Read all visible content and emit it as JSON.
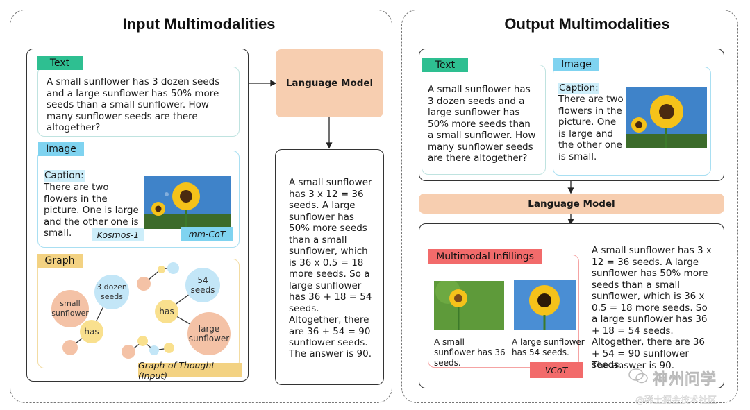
{
  "input_panel": {
    "title": "Input Multimodalities",
    "text_tag": "Text",
    "question": "A small sunflower has 3 dozen seeds and a large sunflower has 50% more seeds than a small sunflower.  How many sunflower seeds are there altogether?",
    "image_tag": "Image",
    "caption_label": "Caption:",
    "caption_text": "There are two flowers in the picture. One is large and the other one is small.",
    "kosmos_label": "Kosmos-1",
    "mmcot_label": "mm-CoT",
    "graph_tag": "Graph",
    "graph_nodes": {
      "small": "small sunflower",
      "dozen": "3 dozen seeds",
      "has1": "has",
      "has2": "has",
      "n54": "54 seeds",
      "large": "large sunflower"
    },
    "got_label": "Graph-of-Thought (Input)"
  },
  "language_model_label": "Language Model",
  "answer": {
    "text": "A small sunflower has 3 x 12 = 36 seeds. A large sunflower has 50% more seeds than a small sunflower, which is 36 x 0.5 = 18 more seeds. So a large sunflower has 36 + 18 = 54 seeds. Altogether, there are 36 + 54 = 90 sunflower seeds.",
    "final": "The answer is 90."
  },
  "output_panel": {
    "title": "Output Multimodalities",
    "text_tag": "Text",
    "question": "A small sunflower has 3 dozen seeds and a large sunflower has 50% more seeds than a small sunflower.  How many sunflower seeds are there altogether?",
    "image_tag": "Image",
    "caption_label": "Caption:",
    "caption_text": "There are two flowers in the picture. One is large and the other one is small.",
    "language_model_label": "Language Model",
    "infill_tag": "Multimodal Infillings",
    "small_caption": "A small sunflower has 36 seeds.",
    "large_caption": "A large sunflower has 54 seeds.",
    "vcot_label": "VCoT",
    "answer_text": "A small sunflower has 3 x 12 = 36 seeds. A large sunflower has 50% more seeds than a small sunflower, which is 36 x 0.5 = 18 more seeds. So a large sunflower has 36 + 18 = 54 seeds. Altogether, there are 36 + 54 = 90 sunflower seeds.",
    "answer_final": "The answer is 90."
  },
  "watermark": {
    "line1": "神州问学",
    "line2": "@稀土掘金技术社区"
  },
  "colors": {
    "text_tag": "#2ebf91",
    "image_tag": "#7fd3f0",
    "graph_tag": "#f3d282",
    "language_model": "#f7ceb0",
    "node_pink": "#f4c2a6",
    "node_yellow": "#f9e08e",
    "node_blue": "#c3e6f7",
    "infill_tag": "#f26b6b"
  }
}
